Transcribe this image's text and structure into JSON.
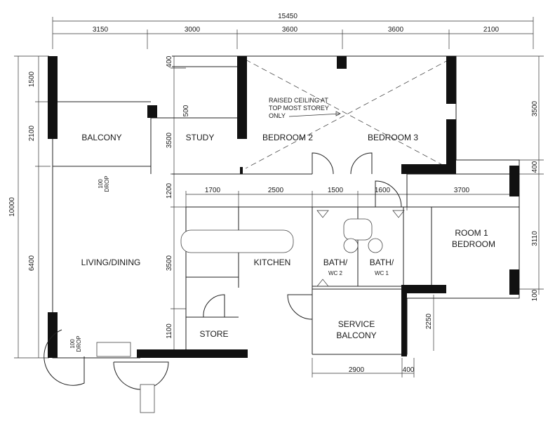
{
  "dimensions": {
    "overall_width": "15450",
    "top": [
      "3150",
      "3000",
      "3600",
      "3600",
      "2100"
    ],
    "left": [
      "1500",
      "2100",
      "6400"
    ],
    "overall_height": "10000",
    "study_side": [
      "400",
      "3500",
      "1200",
      "3500",
      "1100"
    ],
    "interior": [
      "1700",
      "2500",
      "1500",
      "1600",
      "3700"
    ],
    "right_top": "3500",
    "right_small": [
      "400",
      "100"
    ],
    "right_mid": "3110",
    "mid_vertical": "500",
    "service_height": "2250",
    "bottom": [
      "2900",
      "400"
    ],
    "drop_balcony": "100\nDROP",
    "drop_entry": "100\nDROP"
  },
  "rooms": {
    "balcony": "BALCONY",
    "study": "STUDY",
    "bedroom2": "BEDROOM 2",
    "bedroom3": "BEDROOM 3",
    "living": "LIVING/DINING",
    "kitchen": "KITCHEN",
    "bath1_line1": "BATH/",
    "bath1_line2": "WC 2",
    "bath2_line1": "BATH/",
    "bath2_line2": "WC 1",
    "master_line1": "ROOM 1",
    "master_line2": "BEDROOM",
    "store": "STORE",
    "service_line1": "SERVICE",
    "service_line2": "BALCONY"
  },
  "notes": {
    "ceiling_line1": "RAISED CEILING AT",
    "ceiling_line2": "TOP MOST STOREY",
    "ceiling_line3": "ONLY"
  },
  "colors": {
    "wall": "#111111",
    "line": "#222222",
    "background": "#ffffff"
  }
}
